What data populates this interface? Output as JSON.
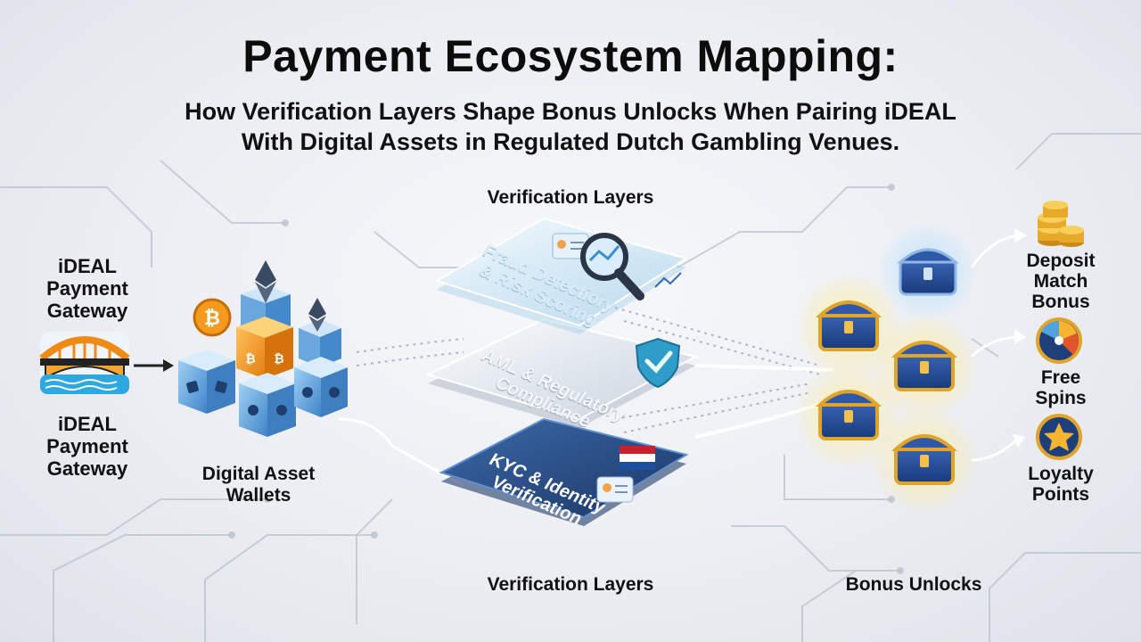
{
  "title": "Payment Ecosystem Mapping:",
  "subtitle": {
    "line1": "How Verification Layers Shape Bonus Unlocks When Pairing iDEAL",
    "line2": "With Digital Assets in Regulated Dutch Gambling Venues."
  },
  "gateway": {
    "label_top": [
      "iDEAL",
      "Payment",
      "Gateway"
    ],
    "label_bottom": [
      "iDEAL",
      "Payment",
      "Gateway"
    ]
  },
  "wallets": {
    "label": [
      "Digital Asset",
      "Wallets"
    ]
  },
  "verification": {
    "label_top": "Verification Layers",
    "label_bottom": "Verification Layers",
    "layers": [
      {
        "text": [
          "Fraud Detectiory",
          "& Risk Scoring"
        ]
      },
      {
        "text": [
          "AML & Regulatory",
          "Compliance"
        ]
      },
      {
        "text": [
          "KYC & Identity",
          "Verification"
        ]
      }
    ]
  },
  "bonuses": {
    "label": "Bonus Unlocks",
    "items": [
      {
        "label": [
          "Deposit",
          "Match",
          "Bonus"
        ],
        "icon": "coin-stack-icon"
      },
      {
        "label": [
          "Free",
          "Spins"
        ],
        "icon": "spin-wheel-icon"
      },
      {
        "label": [
          "Loyalty",
          "Points"
        ],
        "icon": "star-badge-icon"
      }
    ]
  },
  "colors": {
    "accent_blue": "#2f5fa8",
    "navy": "#1f3f7a",
    "gold": "#e0a42a",
    "orange": "#f39a1f",
    "glass": "#cfe4f3"
  }
}
